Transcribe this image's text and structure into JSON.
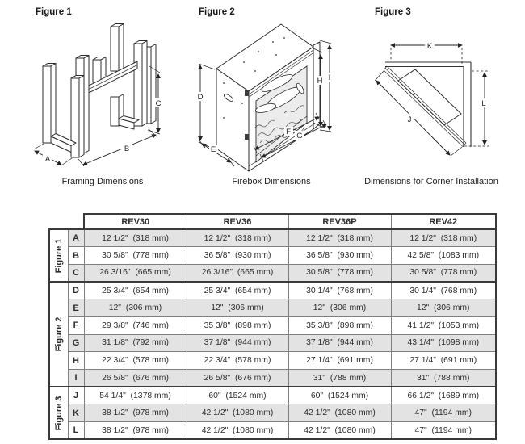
{
  "colors": {
    "row_shade": "#e3e3e3",
    "table_border_dark": "#3a3a3a",
    "table_border_light": "#7f7f7f",
    "line_color": "#2b2b2b",
    "text_color": "#2d2d2d",
    "interior_fill": "#ececec",
    "page_bg": "#ffffff"
  },
  "figures": [
    {
      "title": "Figure 1",
      "caption": "Framing Dimensions",
      "dims": [
        "A",
        "B",
        "C"
      ]
    },
    {
      "title": "Figure 2",
      "caption": "Firebox Dimensions",
      "dims": [
        "D",
        "E",
        "F",
        "G",
        "H",
        "I"
      ]
    },
    {
      "title": "Figure 3",
      "caption": "Dimensions for Corner Installation",
      "dims": [
        "J",
        "K",
        "L"
      ]
    }
  ],
  "table": {
    "columns": [
      "REV30",
      "REV36",
      "REV36P",
      "REV42"
    ],
    "groups": [
      {
        "label": "Figure 1",
        "rows": [
          {
            "letter": "A",
            "cells": [
              "12 1/2\"  (318 mm)",
              "12 1/2\"  (318 mm)",
              "12 1/2\"  (318 mm)",
              "12 1/2\"  (318 mm)"
            ]
          },
          {
            "letter": "B",
            "cells": [
              "30 5/8\"  (778 mm)",
              "36 5/8\"  (930 mm)",
              "36 5/8\"  (930 mm)",
              "42 5/8\"  (1083 mm)"
            ]
          },
          {
            "letter": "C",
            "cells": [
              "26 3/16\"  (665 mm)",
              "26 3/16\"  (665 mm)",
              "30 5/8\"  (778 mm)",
              "30 5/8\"  (778 mm)"
            ]
          }
        ]
      },
      {
        "label": "Figure 2",
        "rows": [
          {
            "letter": "D",
            "cells": [
              "25 3/4\"  (654 mm)",
              "25 3/4\"  (654 mm)",
              "30 1/4\"  (768 mm)",
              "30 1/4\"  (768 mm)"
            ]
          },
          {
            "letter": "E",
            "cells": [
              "12\"  (306 mm)",
              "12\"  (306 mm)",
              "12\"  (306 mm)",
              "12\"  (306 mm)"
            ]
          },
          {
            "letter": "F",
            "cells": [
              "29 3/8\"  (746 mm)",
              "35 3/8\"  (898 mm)",
              "35 3/8\"  (898 mm)",
              "41 1/2\"  (1053 mm)"
            ]
          },
          {
            "letter": "G",
            "cells": [
              "31 1/8\"  (792 mm)",
              "37 1/8\"  (944 mm)",
              "37 1/8\"  (944 mm)",
              "43 1/4\"  (1098 mm)"
            ]
          },
          {
            "letter": "H",
            "cells": [
              "22 3/4\"  (578 mm)",
              "22 3/4\"  (578 mm)",
              "27 1/4\"  (691 mm)",
              "27 1/4\"  (691 mm)"
            ]
          },
          {
            "letter": "I",
            "cells": [
              "26 5/8\"  (676 mm)",
              "26 5/8\"  (676 mm)",
              "31\"  (788 mm)",
              "31\"  (788 mm)"
            ]
          }
        ]
      },
      {
        "label": "Figure 3",
        "rows": [
          {
            "letter": "J",
            "cells": [
              "54 1/4\"  (1378 mm)",
              "60\"  (1524 mm)",
              "60\"  (1524 mm)",
              "66 1/2\"  (1689 mm)"
            ]
          },
          {
            "letter": "K",
            "cells": [
              "38 1/2\"  (978 mm)",
              "42 1/2\"  (1080 mm)",
              "42 1/2\"  (1080 mm)",
              "47\"  (1194 mm)"
            ]
          },
          {
            "letter": "L",
            "cells": [
              "38 1/2\"  (978 mm)",
              "42 1/2\"  (1080 mm)",
              "42 1/2\"  (1080 mm)",
              "47\"  (1194 mm)"
            ]
          }
        ]
      }
    ]
  }
}
